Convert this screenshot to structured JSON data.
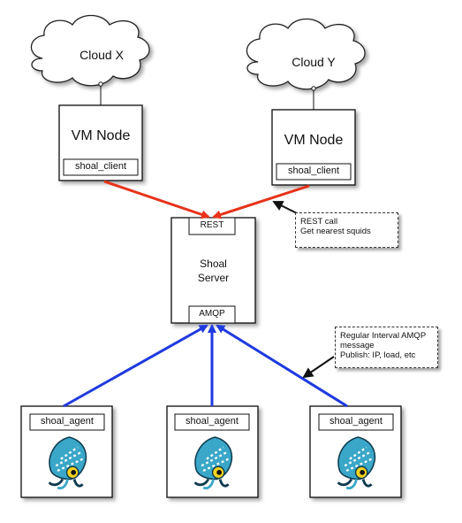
{
  "clouds": [
    {
      "label": "Cloud X"
    },
    {
      "label": "Cloud Y"
    }
  ],
  "vm_nodes": [
    {
      "title": "VM Node",
      "client_label": "shoal_client"
    },
    {
      "title": "VM Node",
      "client_label": "shoal_client"
    }
  ],
  "server": {
    "title_line1": "Shoal",
    "title_line2": "Server",
    "rest_port": "REST",
    "amqp_port": "AMQP"
  },
  "notes": {
    "rest": [
      "REST call",
      "Get nearest squids"
    ],
    "amqp": [
      "Regular Interval AMQP",
      "message",
      "Publish: IP, load, etc"
    ]
  },
  "agents": [
    {
      "label": "shoal_agent",
      "icon": "squid-icon"
    },
    {
      "label": "shoal_agent",
      "icon": "squid-icon"
    },
    {
      "label": "shoal_agent",
      "icon": "squid-icon"
    }
  ],
  "colors": {
    "rest_arrow": "#e8321a",
    "amqp_arrow": "#1f3ae0",
    "box_border": "#111111",
    "squid_body": "#3aa7c8",
    "squid_eye": "#f4d21e"
  }
}
